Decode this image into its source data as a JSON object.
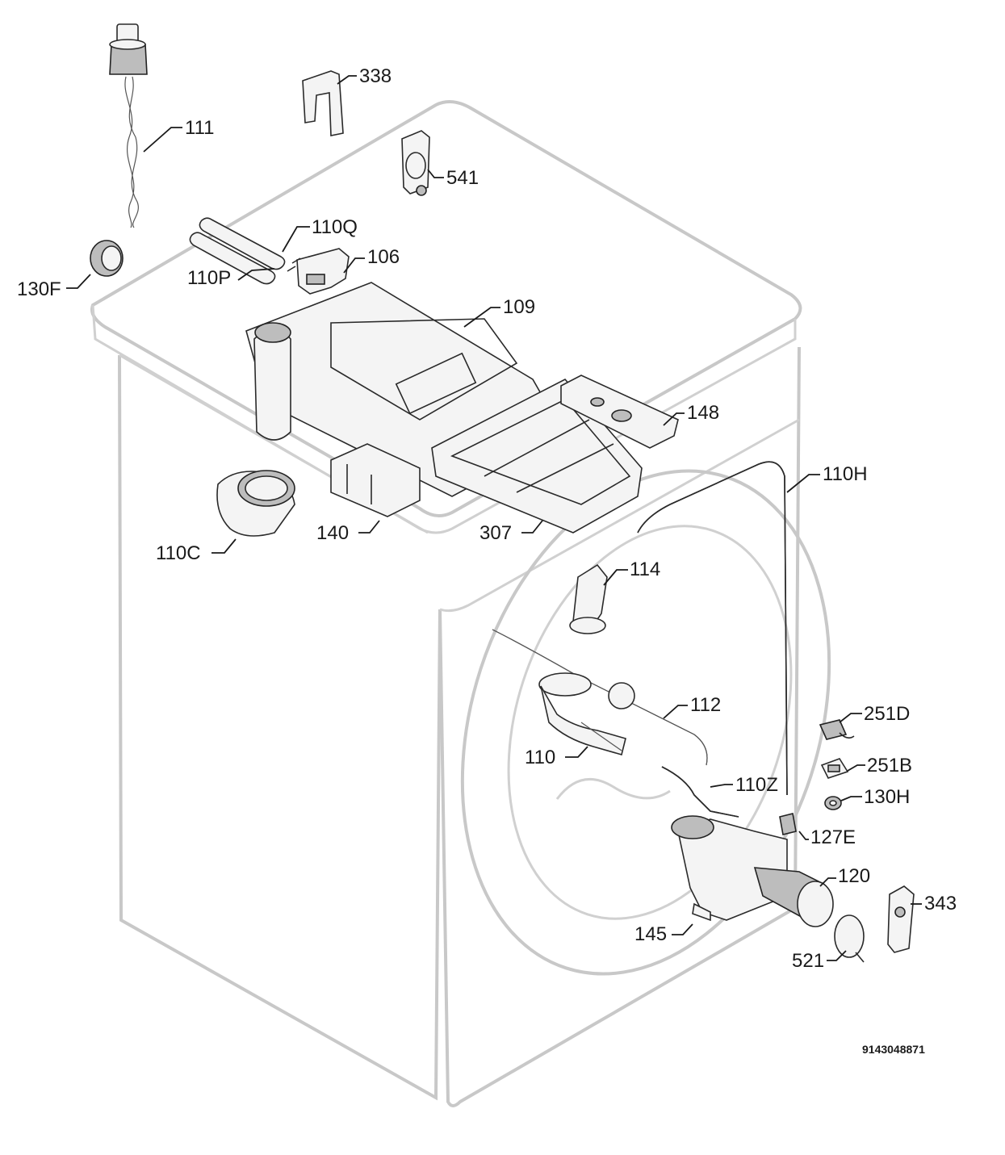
{
  "diagram": {
    "document_number": "9143048871",
    "parts": [
      {
        "id": "111",
        "label": "111"
      },
      {
        "id": "338",
        "label": "338"
      },
      {
        "id": "541",
        "label": "541"
      },
      {
        "id": "110Q",
        "label": "110Q"
      },
      {
        "id": "106",
        "label": "106"
      },
      {
        "id": "110P",
        "label": "110P"
      },
      {
        "id": "130F",
        "label": "130F"
      },
      {
        "id": "109",
        "label": "109"
      },
      {
        "id": "148",
        "label": "148"
      },
      {
        "id": "110H",
        "label": "110H"
      },
      {
        "id": "140",
        "label": "140"
      },
      {
        "id": "307",
        "label": "307"
      },
      {
        "id": "110C",
        "label": "110C"
      },
      {
        "id": "114",
        "label": "114"
      },
      {
        "id": "112",
        "label": "112"
      },
      {
        "id": "251D",
        "label": "251D"
      },
      {
        "id": "251B",
        "label": "251B"
      },
      {
        "id": "130H",
        "label": "130H"
      },
      {
        "id": "110",
        "label": "110"
      },
      {
        "id": "110Z",
        "label": "110Z"
      },
      {
        "id": "127E",
        "label": "127E"
      },
      {
        "id": "120",
        "label": "120"
      },
      {
        "id": "343",
        "label": "343"
      },
      {
        "id": "145",
        "label": "145"
      },
      {
        "id": "521",
        "label": "521"
      }
    ]
  }
}
